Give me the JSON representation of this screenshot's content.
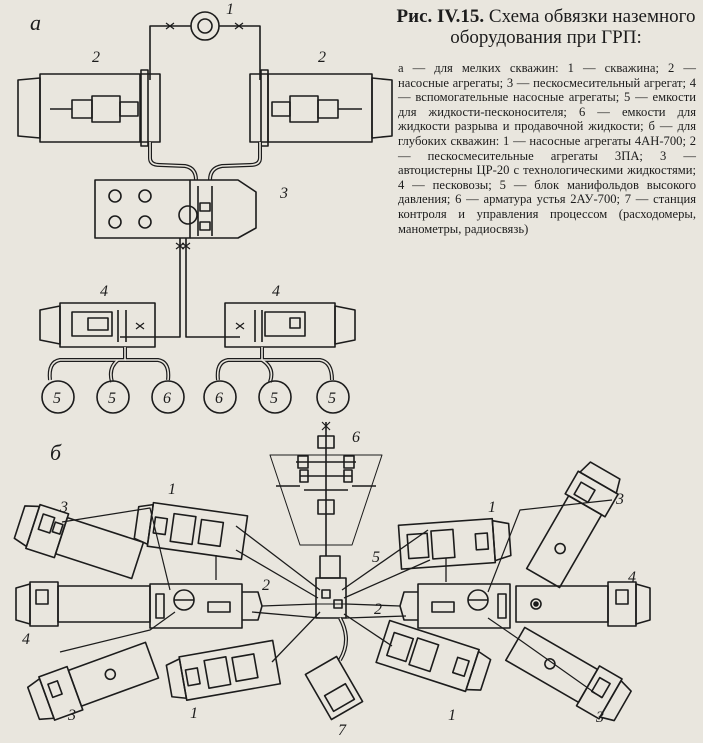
{
  "caption": {
    "fig_label": "Рис. IV.15.",
    "title": "Схема обвязки наземного оборудования при ГРП:"
  },
  "legend_text": "а — для мелких скважин: 1 — скважина; 2 — насосные агрегаты; 3 — пескосмесительный агрегат; 4 — вспомогательные насосные агрегаты; 5 — емкости для жидкости-песконосителя; 6 — емкости для жидкости разрыва и продавочной жидкости; б — для глубоких скважин: 1 — насосные агрегаты 4АН-700; 2 — пескосмесительные агрегаты 3ПА; 3 — автоцистерны ЦР-20 с технологическими жидкостями; 4 — песковозы; 5 — блок манифольдов высокого давления; 6 — арматура устья 2АУ-700; 7 — станция контроля и управления процессом (расходомеры, манометры, радиосвязь)",
  "diagram_a": {
    "section_label": "а",
    "labels": {
      "well": "1",
      "pump_left": "2",
      "pump_right": "2",
      "mixer": "3",
      "aux_left": "4",
      "aux_right": "4",
      "tank_1": "5",
      "tank_2": "5",
      "tank_3": "6",
      "tank_4": "6",
      "tank_5": "5",
      "tank_6": "5"
    }
  },
  "diagram_b": {
    "section_label": "б",
    "labels": {
      "wellhead": "6",
      "manifold": "5",
      "control_station": "7",
      "pump_ul": "1",
      "pump_ur": "1",
      "pump_ll": "1",
      "pump_lr": "1",
      "mixer_left": "2",
      "mixer_right": "2",
      "tanker_ul": "3",
      "tanker_ur": "3",
      "tanker_ll": "3",
      "tanker_lr": "3",
      "sand_left": "4",
      "sand_right": "4"
    }
  },
  "colors": {
    "ink": "#1c1c1c",
    "paper": "#e9e6de"
  }
}
